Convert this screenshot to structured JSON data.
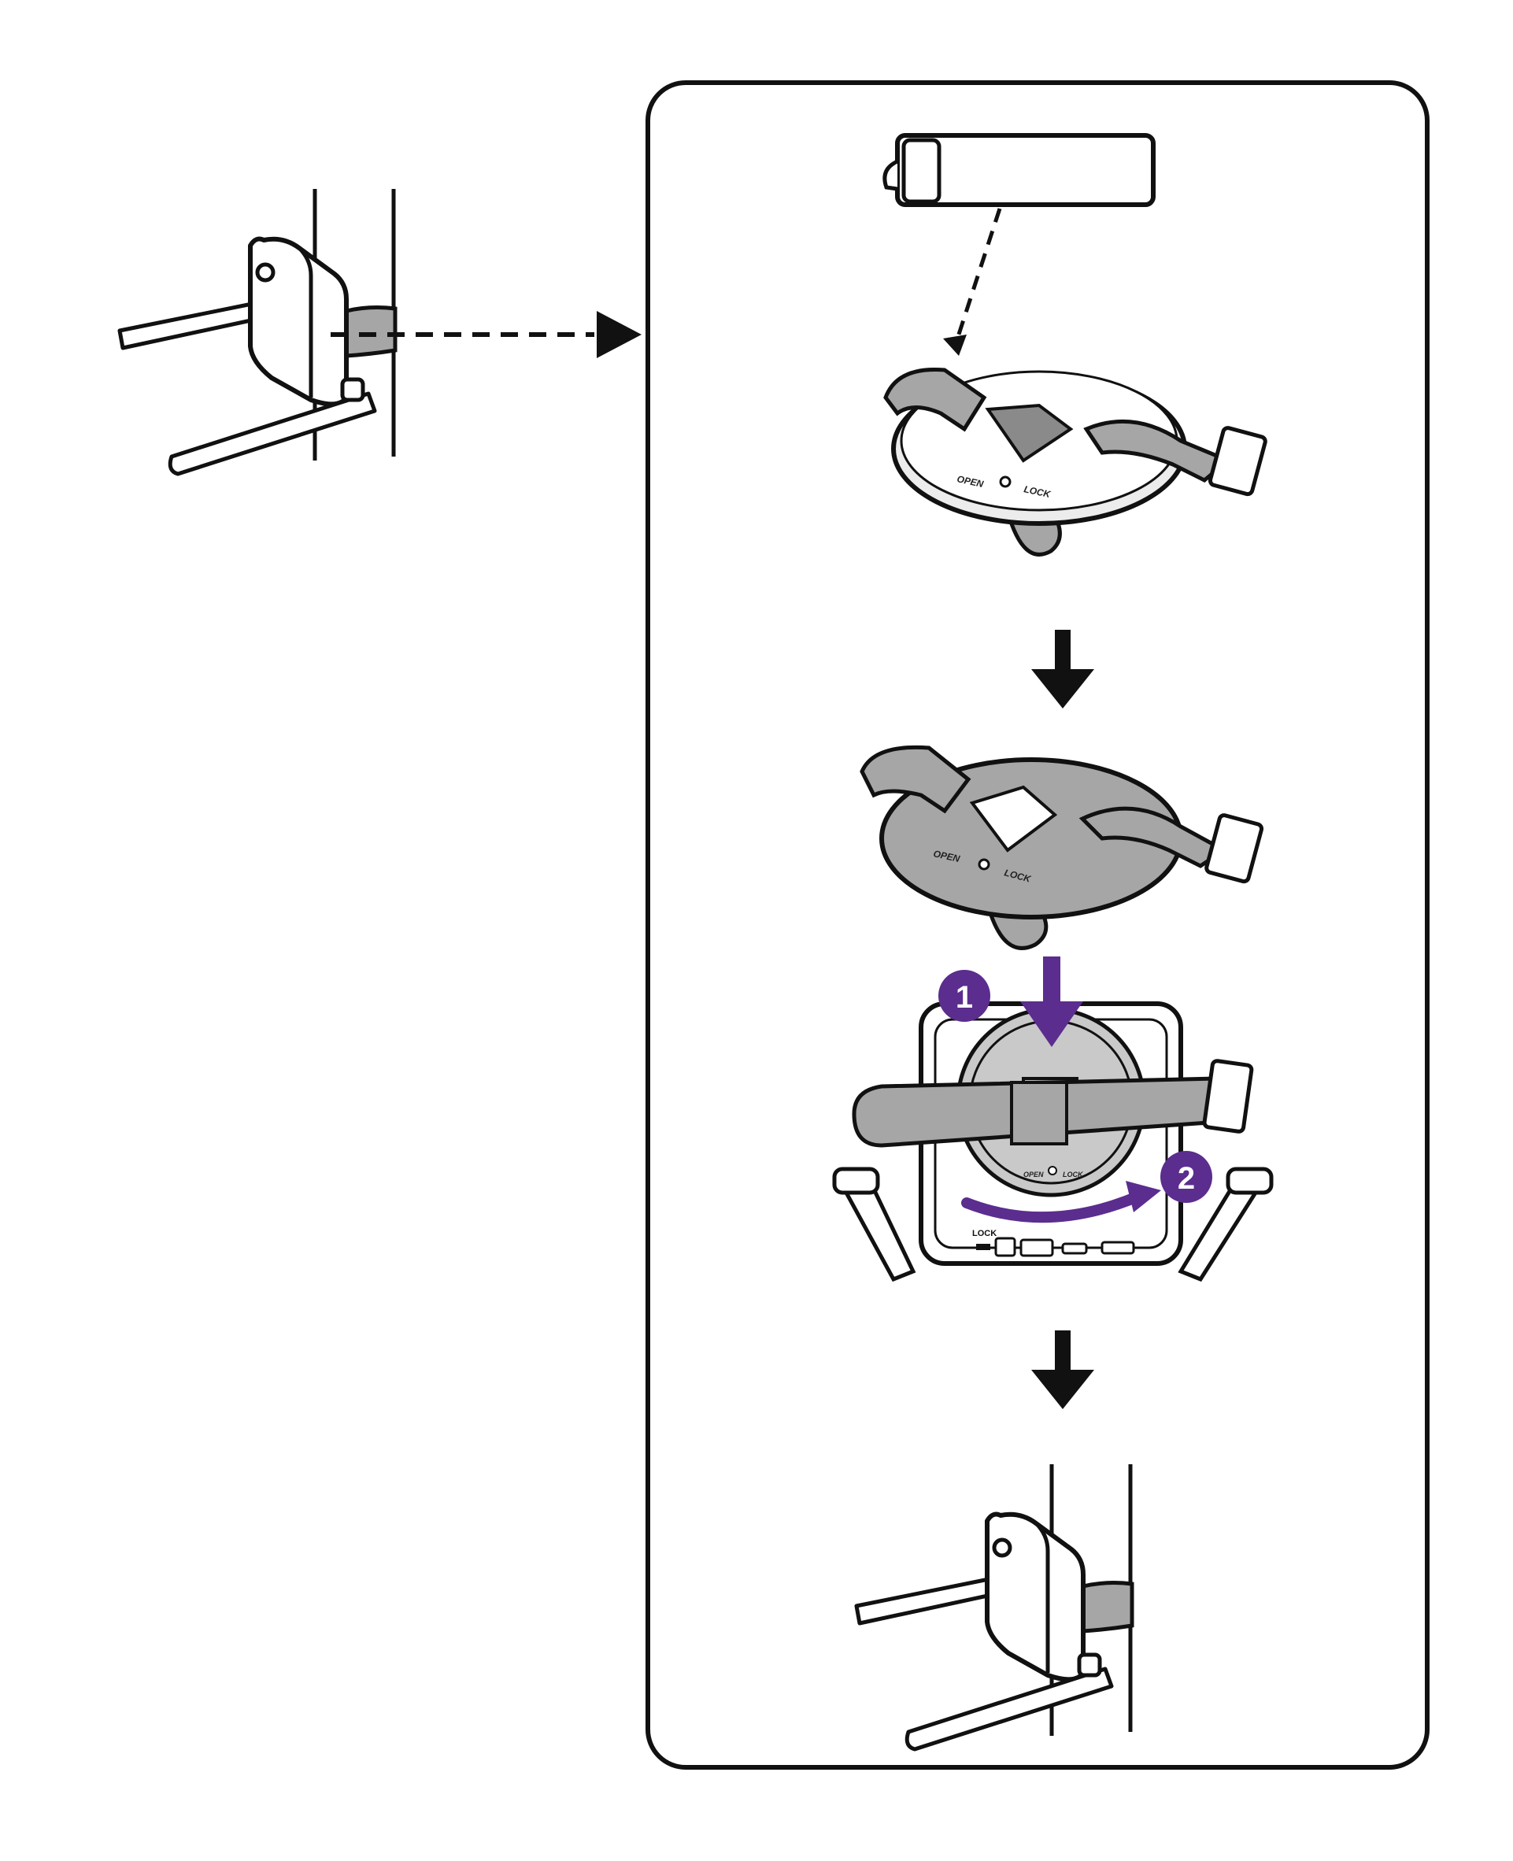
{
  "colors": {
    "outline": "#111111",
    "strap": "#a6a6a6",
    "strap_dark": "#6f6f6f",
    "plate": "#e9e9e9",
    "plate_inner": "#c9c9c9",
    "accent": "#5b2d8e",
    "panel_bg": "#ffffff"
  },
  "icons": {
    "flow_arrow": "arrow-right-icon",
    "step_arrow": "arrow-down-icon",
    "rotate": "rotate-arrow-icon"
  },
  "labels": {
    "open": "OPEN",
    "lock": "LOCK",
    "base_lock": "LOCK",
    "step_1": "1",
    "step_2": "2"
  }
}
